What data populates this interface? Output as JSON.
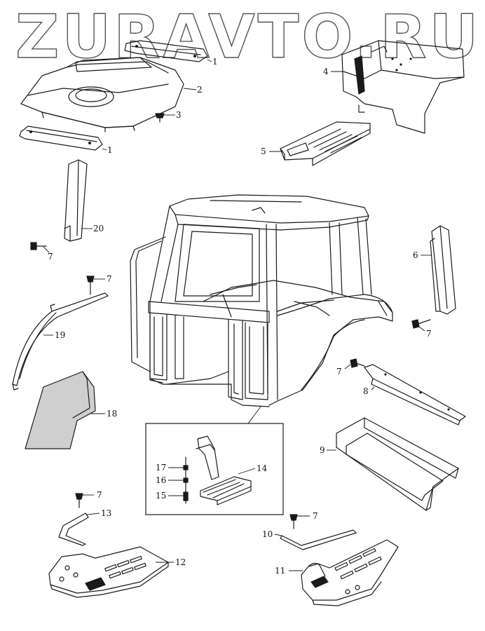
{
  "watermark": "ZURAVTO.RU",
  "callouts": {
    "c1a": "1",
    "c1b": "1",
    "c2": "2",
    "c3": "3",
    "c4": "4",
    "c5": "5",
    "c6": "6",
    "c7_upper_left": "7",
    "c7_left_mid": "7",
    "c7_right_mid": "7",
    "c7_right_lower": "7",
    "c7_lower_left": "7",
    "c7_lower_right": "7",
    "c8": "8",
    "c9": "9",
    "c10": "10",
    "c11": "11",
    "c12": "12",
    "c13": "13",
    "c14": "14",
    "c15": "15",
    "c16": "16",
    "c17": "17",
    "c18": "18",
    "c19": "19",
    "c20": "20"
  },
  "colors": {
    "line": "#1a1a1a",
    "watermark": "#555555",
    "background": "#ffffff"
  }
}
